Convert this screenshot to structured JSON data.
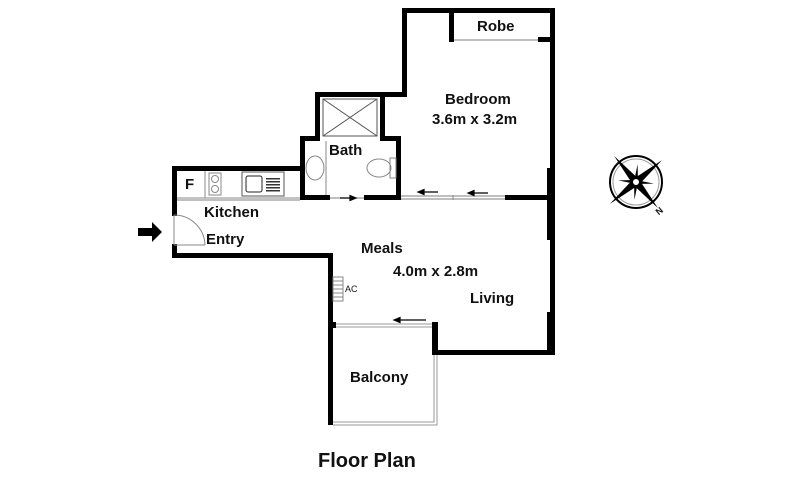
{
  "title": "Floor Plan",
  "rooms": {
    "robe": {
      "label": "Robe"
    },
    "bedroom": {
      "label": "Bedroom",
      "dims": "3.6m x 3.2m"
    },
    "bath": {
      "label": "Bath"
    },
    "kitchen": {
      "label": "Kitchen",
      "fridge": "F"
    },
    "entry": {
      "label": "Entry"
    },
    "meals": {
      "label": "Meals",
      "dims": "4.0m x 2.8m"
    },
    "living": {
      "label": "Living"
    },
    "balcony": {
      "label": "Balcony"
    },
    "ac": {
      "label": "AC"
    }
  },
  "compass": {
    "north_label": "N"
  },
  "colors": {
    "wall": "#000000",
    "line": "#999999",
    "background": "#ffffff"
  }
}
